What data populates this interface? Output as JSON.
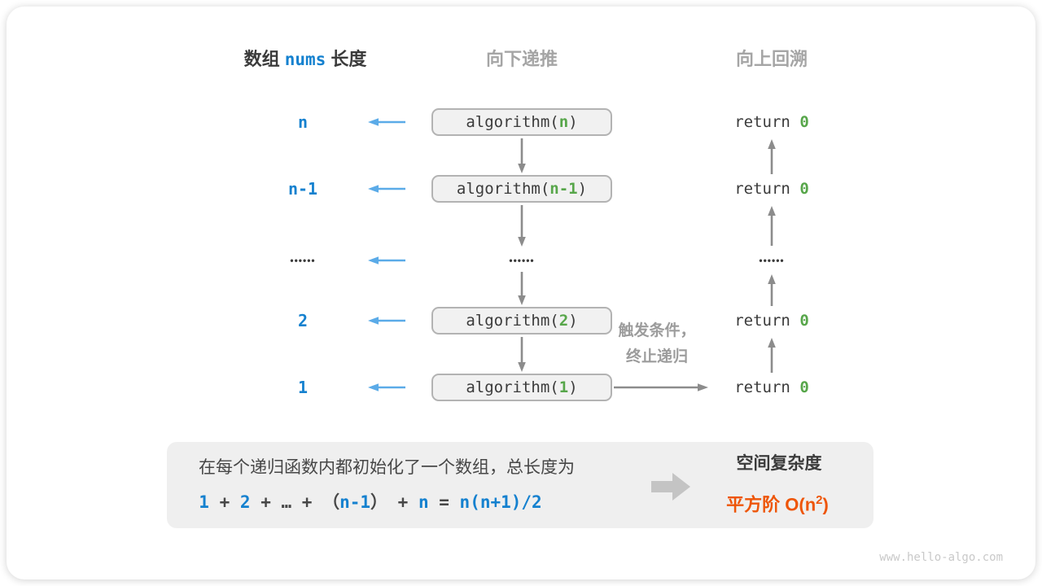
{
  "headers": {
    "left_pre": "数组 ",
    "left_code": "nums",
    "left_post": " 长度",
    "center": "向下递推",
    "right": "向上回溯"
  },
  "rows": [
    {
      "label": "n",
      "call": {
        "pre": "algorithm(",
        "arg": "n",
        "post": ")"
      },
      "ret": {
        "kw": "return ",
        "val": "0"
      }
    },
    {
      "label": "n-1",
      "call": {
        "pre": "algorithm(",
        "arg": "n-1",
        "post": ")"
      },
      "ret": {
        "kw": "return ",
        "val": "0"
      }
    },
    {
      "dots": "••••••"
    },
    {
      "label": "2",
      "call": {
        "pre": "algorithm(",
        "arg": "2",
        "post": ")"
      },
      "ret": {
        "kw": "return ",
        "val": "0"
      }
    },
    {
      "label": "1",
      "call": {
        "pre": "algorithm(",
        "arg": "1",
        "post": ")"
      },
      "ret": {
        "kw": "return ",
        "val": "0"
      }
    }
  ],
  "annotations": {
    "trigger_line1": "触发条件，",
    "trigger_line2": "终止递归"
  },
  "summary": {
    "line1": "在每个递归函数内都初始化了一个数组，总长度为",
    "formula": {
      "s1": "1",
      "s2": " + ",
      "s3": "2",
      "s4": " + ",
      "s5": "…",
      "s6": " + ",
      "s7": "（",
      "s8": "n-1",
      "s9": "）",
      "s10": " + ",
      "s11": "n",
      "s12": " = ",
      "s13": "n(n+1)/2"
    },
    "result_title": "空间复杂度",
    "result_pre": "平方阶 O(n",
    "result_sup": "2",
    "result_post": ")"
  },
  "watermark": "www.hello-algo.com",
  "colors": {
    "accent_blue": "#1581cf",
    "light_blue_arrow": "#5babe8",
    "green_value": "#57a64a",
    "orange_complexity": "#ee5508",
    "gray_arrow": "#8c8c8c",
    "gray_label": "#a5a5a5",
    "box_fill": "#f1f1f1",
    "box_border": "#b3b3b3",
    "panel_fill": "#efefef"
  }
}
